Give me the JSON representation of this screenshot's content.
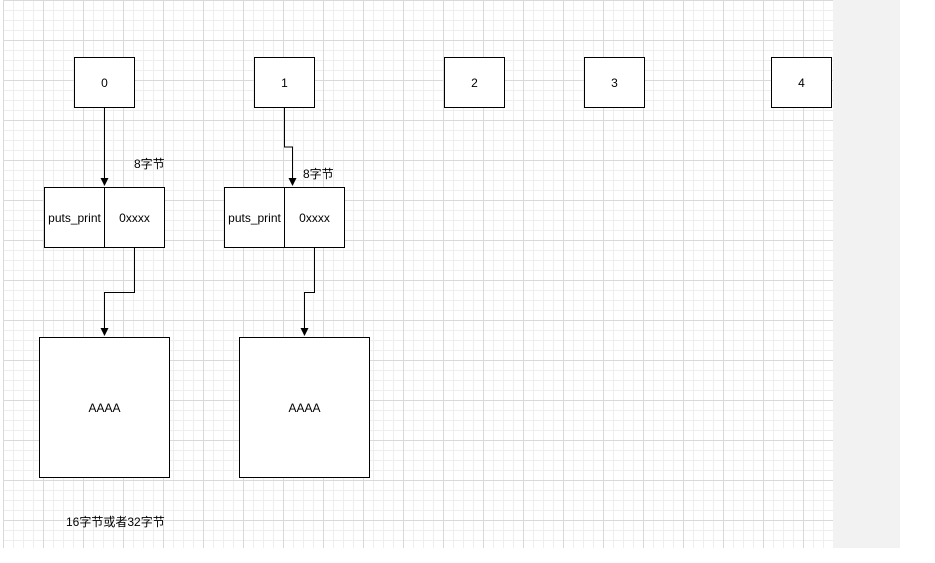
{
  "index_boxes": [
    "0",
    "1",
    "2",
    "3",
    "4"
  ],
  "chunk0": {
    "name": "puts_print",
    "ptr": "0xxxx",
    "size_label": "8字节",
    "data": "AAAA"
  },
  "chunk1": {
    "name": "puts_print",
    "ptr": "0xxxx",
    "size_label": "8字节",
    "data": "AAAA"
  },
  "bottom_label": "16字节或者32字节"
}
